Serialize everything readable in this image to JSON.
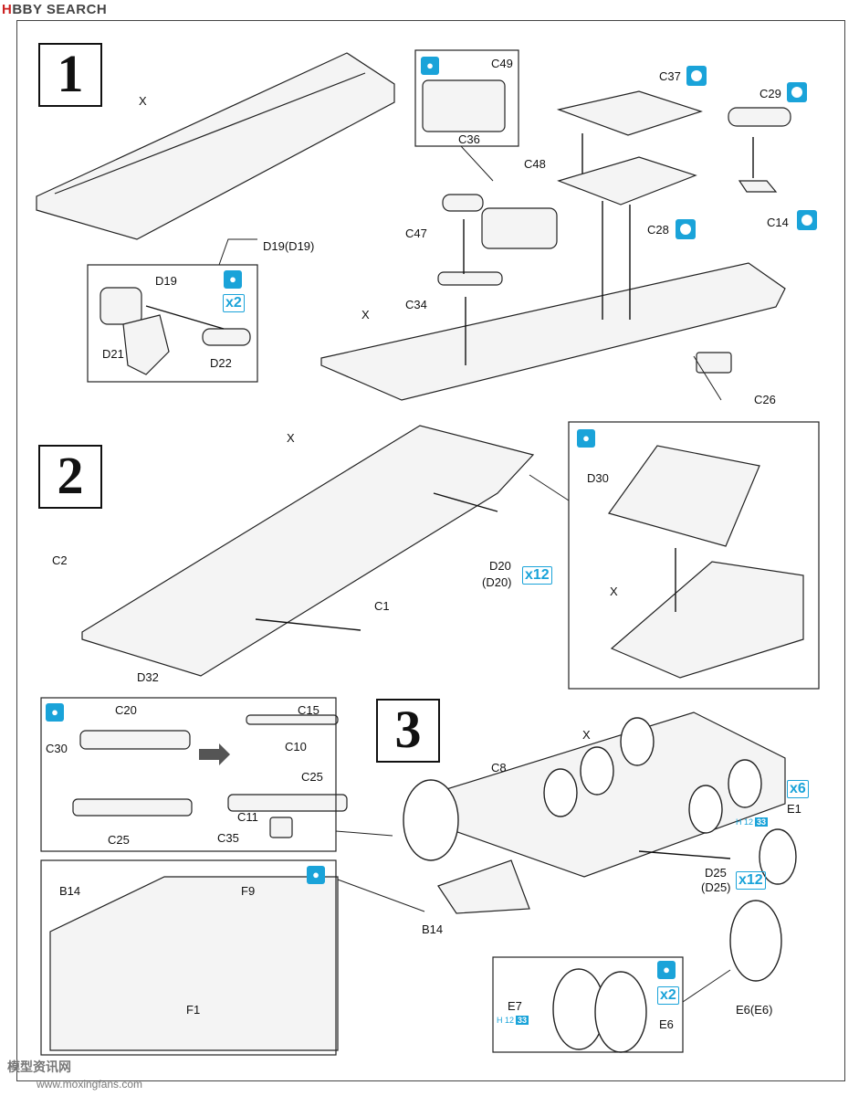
{
  "watermark": {
    "brand_h": "H",
    "brand_rest": "BBY SEARCH"
  },
  "steps": {
    "s1": "1",
    "s2": "2",
    "s3": "3"
  },
  "multipliers": {
    "d19": "x2",
    "d20": "x12",
    "e1": "x6",
    "d25": "x12",
    "e7": "x2"
  },
  "paint_refs": {
    "e1": {
      "code": "H 12",
      "num": "33"
    },
    "e7": {
      "code": "H 12",
      "num": "33"
    }
  },
  "labels": {
    "step1": {
      "x": "X",
      "c49": "C49",
      "c36": "C36",
      "c37": "C37",
      "c29": "C29",
      "c48": "C48",
      "c47": "C47",
      "c28": "C28",
      "c14": "C14",
      "c34": "C34",
      "x2": "X",
      "c26": "C26",
      "d19_main": "D19(D19)",
      "d19": "D19",
      "d21": "D21",
      "d22": "D22"
    },
    "step2": {
      "x": "X",
      "c2": "C2",
      "c1": "C1",
      "d32": "D32",
      "d20": "D20",
      "d20b": "(D20)",
      "d30": "D30",
      "xd": "X"
    },
    "step3": {
      "c20": "C20",
      "c15": "C15",
      "c30": "C30",
      "c10": "C10",
      "c25a": "C25",
      "c25b": "C25",
      "c11": "C11",
      "c35": "C35",
      "x": "X",
      "c8": "C8",
      "e1": "E1",
      "d25": "D25",
      "d25b": "(D25)",
      "b14a": "B14",
      "f9": "F9",
      "b14b": "B14",
      "f1": "F1",
      "e7": "E7",
      "e6": "E6",
      "e6m": "E6(E6)"
    }
  },
  "footer": {
    "site_cn": "模型资讯网",
    "url": "www.moxingfans.com"
  },
  "colors": {
    "accent": "#1aa3d9",
    "line": "#222222",
    "part_fill": "#f4f4f4"
  }
}
